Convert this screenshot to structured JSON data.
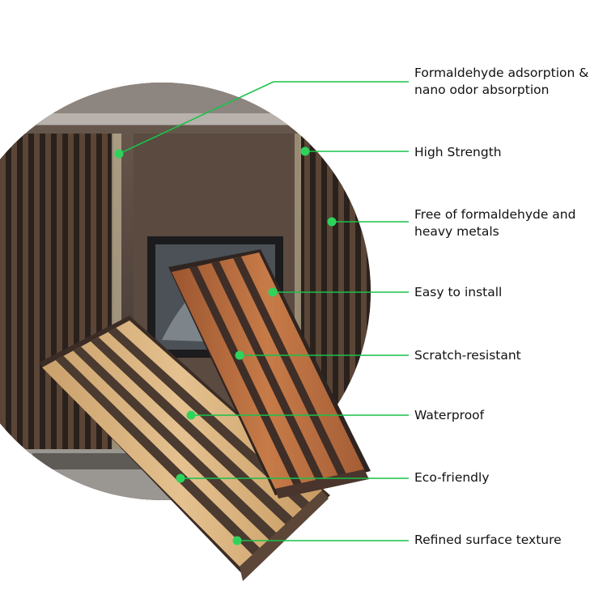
{
  "colors": {
    "leader": "#19c24a",
    "dot": "#2fd35c",
    "text": "#111111",
    "room_dark": "#2f2722",
    "slat_stripe": "#5a4536",
    "light_panel": "#d9b582",
    "light_panel_groove": "#4a3a30",
    "brown_panel": "#b4693a",
    "brown_panel_groove": "#3e2e27"
  },
  "features": [
    {
      "label": "Formaldehyde adsorption &\nnano odor absorption"
    },
    {
      "label": "High Strength"
    },
    {
      "label": "Free of formaldehyde and\nheavy metals"
    },
    {
      "label": "Easy to install"
    },
    {
      "label": "Scratch-resistant"
    },
    {
      "label": "Waterproof"
    },
    {
      "label": "Eco-friendly"
    },
    {
      "label": "Refined surface texture"
    }
  ]
}
